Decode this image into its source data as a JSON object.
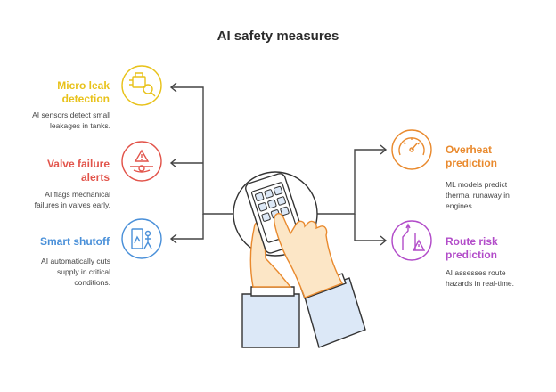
{
  "title": "AI safety measures",
  "colors": {
    "yellow": "#E8C21A",
    "red": "#E2544B",
    "blue": "#4A90D9",
    "orange": "#E98A2E",
    "purple": "#B24CC9",
    "line": "#444444"
  },
  "items": [
    {
      "id": "micro-leak",
      "title": "Micro leak detection",
      "desc": "AI sensors detect small leakages in tanks.",
      "icon": "engine-magnifier-icon"
    },
    {
      "id": "valve-failure",
      "title": "Valve failure alerts",
      "desc": "AI flags mechanical failures in valves early.",
      "icon": "valve-warning-icon"
    },
    {
      "id": "smart-shutoff",
      "title": "Smart shutoff",
      "desc": "AI automatically cuts supply in critical conditions.",
      "icon": "shutoff-person-icon"
    },
    {
      "id": "overheat",
      "title": "Overheat prediction",
      "desc": "ML models predict thermal runaway in engines.",
      "icon": "gauge-icon"
    },
    {
      "id": "route-risk",
      "title": "Route risk prediction",
      "desc": "AI assesses route hazards in real-time.",
      "icon": "route-warning-icon"
    }
  ]
}
